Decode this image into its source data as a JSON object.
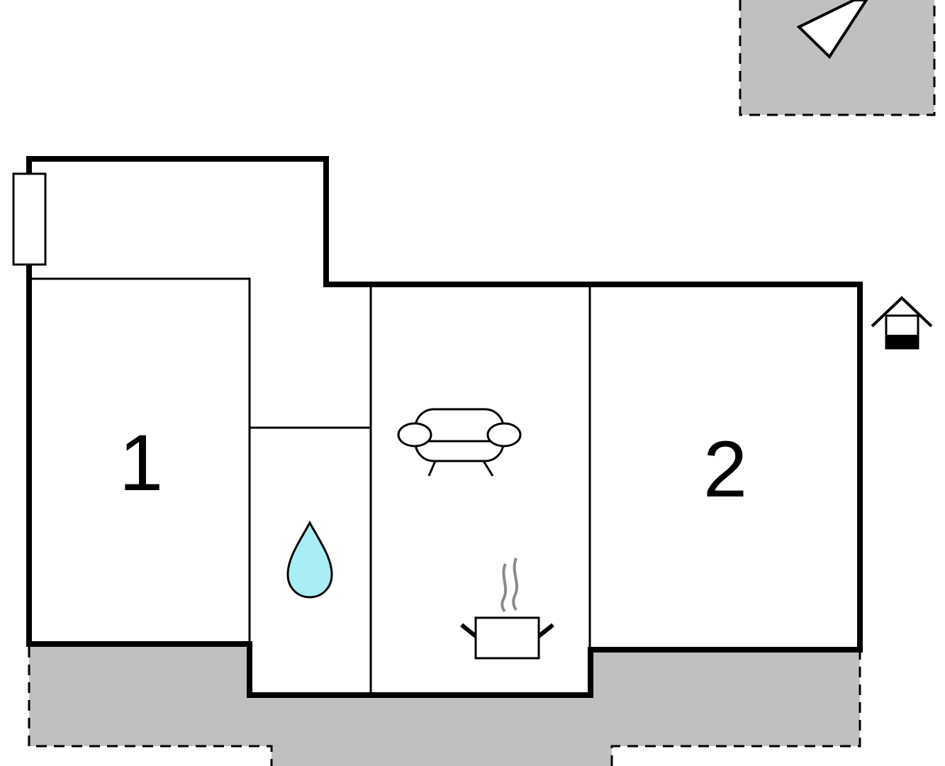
{
  "colors": {
    "wall": "#000000",
    "terrace": "#c0c0c0",
    "water": "#a9eef5",
    "background": "#ffffff",
    "steam": "#8a8a8a"
  },
  "rooms": [
    {
      "id": "bedroom-1",
      "label": "1"
    },
    {
      "id": "bedroom-2",
      "label": "2"
    }
  ],
  "icons": {
    "compass": "north-arrow-icon",
    "bathroom": "water-drop-icon",
    "living": "sofa-icon",
    "kitchen": "cooking-pot-icon",
    "entrance": "house-entrance-icon",
    "window": "window-icon"
  }
}
